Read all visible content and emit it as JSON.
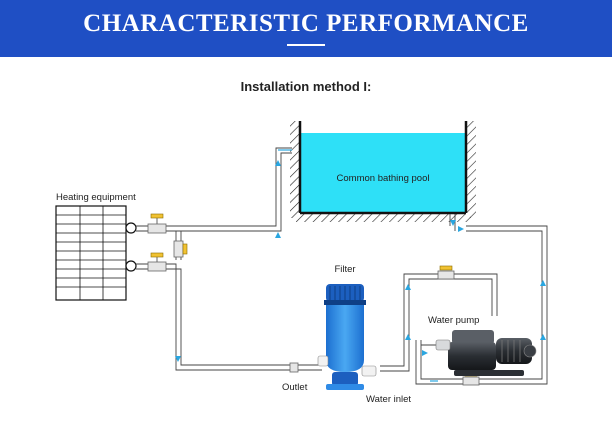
{
  "header": {
    "title": "CHARACTERISTIC PERFORMANCE"
  },
  "subtitle": "Installation method I:",
  "labels": {
    "pool": "Common bathing pool",
    "heating": "Heating equipment",
    "filter": "Filter",
    "pump": "Water pump",
    "outlet": "Outlet",
    "inlet": "Water inlet"
  },
  "colors": {
    "banner": "#1f4fc4",
    "pool_water": "#2ee0f7",
    "filter_body": "#2f8be6",
    "pipe_flow": "#2aa6e0"
  }
}
